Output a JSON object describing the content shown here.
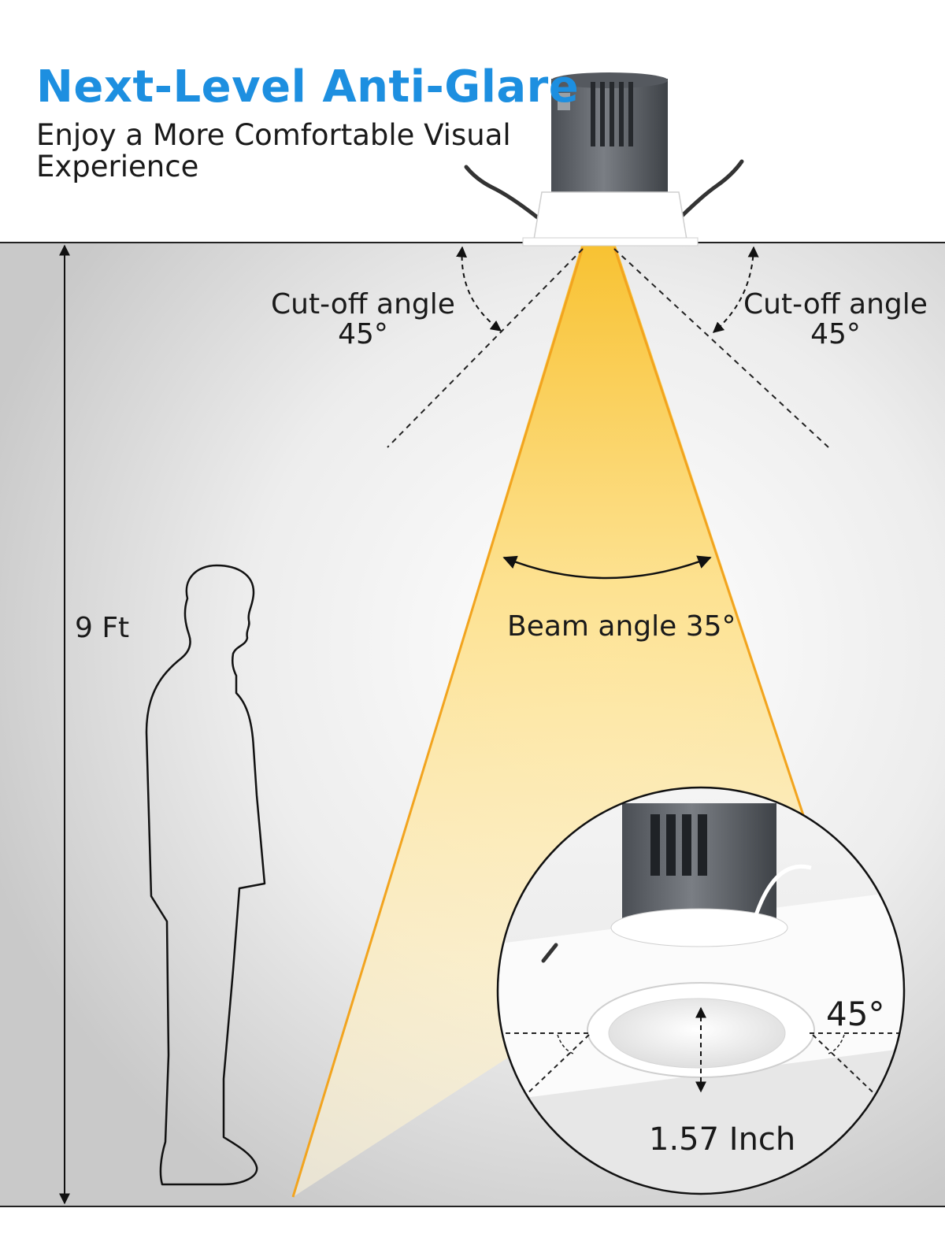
{
  "title": "Next-Level Anti-Glare",
  "subtitle": "Enjoy a More Comfortable Visual Experience",
  "colors": {
    "title": "#1d8fe0",
    "beam_edge": "#f2a41f",
    "beam_fill": "#fde08a",
    "wall": "#dddddd",
    "fixture_body": "#666a70",
    "fixture_trim": "#ffffff"
  },
  "ceiling_height": "9 Ft",
  "beam_angle_label": "Beam angle 35°",
  "cutoff_left": {
    "line1": "Cut-off angle",
    "line2": "45°"
  },
  "cutoff_right": {
    "line1": "Cut-off angle",
    "line2": "45°"
  },
  "inset": {
    "angle_label": "45°",
    "depth_label": "1.57 Inch"
  }
}
